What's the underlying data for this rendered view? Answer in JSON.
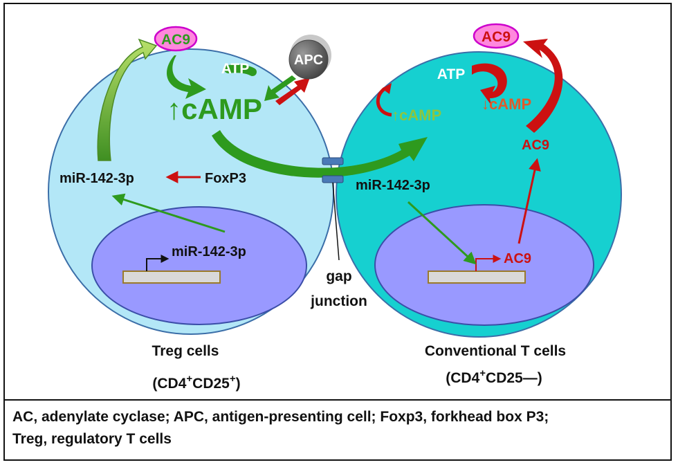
{
  "labels": {
    "treg_ac9": "AC9",
    "treg_atp": "ATP",
    "treg_camp": "↑cAMP",
    "apc": "APC",
    "treg_mir": "miR-142-3p",
    "foxp3": "FoxP3",
    "treg_nucleus_mir": "miR-142-3p",
    "conv_ac9_top": "AC9",
    "conv_atp": "ATP",
    "conv_camp_up": "↑cAMP",
    "conv_camp_down": "↓cAMP",
    "conv_ac9_mid": "AC9",
    "conv_mir": "miR-142-3p",
    "conv_nucleus_ac9": "AC9",
    "gap_line1": "gap",
    "gap_line2": "junction",
    "treg_title": "Treg cells",
    "treg_sub_a": "(CD4",
    "treg_sub_sup1": "+",
    "treg_sub_b": "CD25",
    "treg_sub_sup2": "+",
    "treg_sub_c": ")",
    "conv_title": "Conventional T cells",
    "conv_sub_a": "(CD4",
    "conv_sub_sup1": "+",
    "conv_sub_b": "CD25",
    "conv_sub_c": "—)"
  },
  "caption": {
    "line1": "AC, adenylate cyclase; APC, antigen-presenting cell; Foxp3, forkhead box P3;",
    "line2": "Treg, regulatory T cells"
  },
  "colors": {
    "treg_cell": "#b3e7f7",
    "conv_cell": "#16d0d0",
    "nucleus": "#9999ff",
    "green": "#2e9a1e",
    "light_green": "#8cc63f",
    "red": "#cc1111",
    "ac9_fill": "#ff88dd",
    "ac9_stroke": "#cc00cc",
    "apc": "#6d6d6d"
  }
}
